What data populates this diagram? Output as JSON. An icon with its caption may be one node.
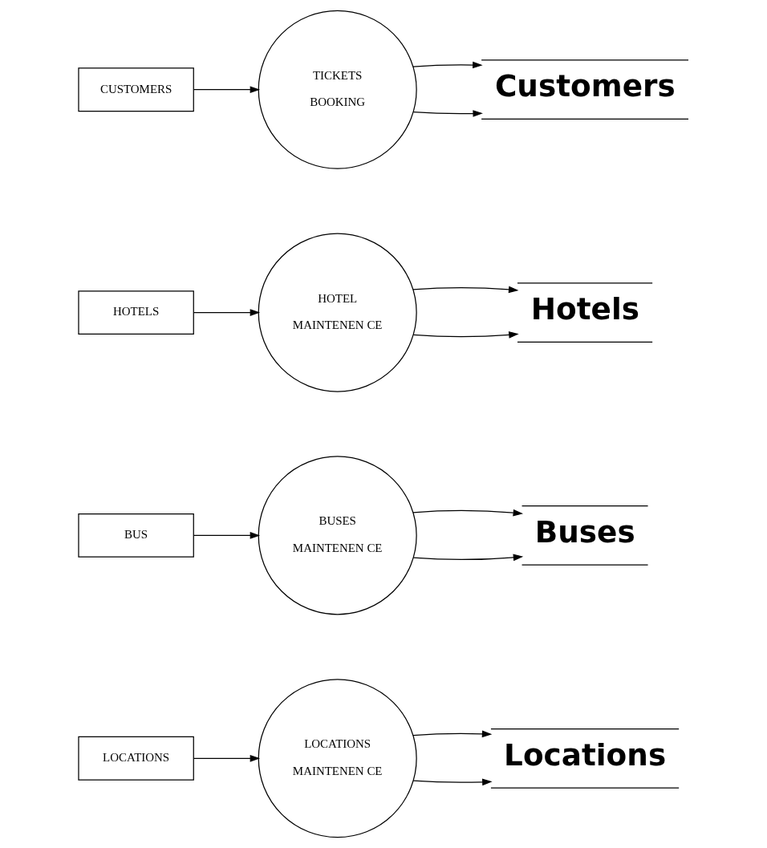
{
  "diagram": {
    "nodes": [
      {
        "text": [
          "LOCATIONS"
        ]
      },
      {
        "text": [
          "LOCATIONS",
          "MAINTENEN CE"
        ]
      },
      {
        "text": [
          "Locations"
        ]
      },
      {
        "text": [
          "BUS"
        ]
      },
      {
        "text": [
          "BUSES",
          "MAINTENEN CE"
        ]
      },
      {
        "text": [
          "Buses"
        ]
      },
      {
        "text": [
          "HOTELS"
        ]
      },
      {
        "text": [
          "HOTEL",
          "MAINTENEN CE"
        ]
      },
      {
        "text": [
          "Hotels"
        ]
      },
      {
        "text": [
          "CUSTOMERS"
        ]
      },
      {
        "text": [
          "TICKETS",
          "BOOKING"
        ]
      },
      {
        "text": [
          "Customers"
        ]
      }
    ],
    "edges": [
      {
        "from": 0,
        "to": 1,
        "arrow": "to"
      },
      {
        "from": 1,
        "to": 2,
        "arrow": "to"
      },
      {
        "from": 1,
        "to": 2,
        "arrow": "to"
      },
      {
        "from": 3,
        "to": 4,
        "arrow": "to"
      },
      {
        "from": 4,
        "to": 5,
        "arrow": "to"
      },
      {
        "from": 4,
        "to": 5,
        "arrow": "to"
      },
      {
        "from": 6,
        "to": 7,
        "arrow": "to"
      },
      {
        "from": 7,
        "to": 8,
        "arrow": "to"
      },
      {
        "from": 7,
        "to": 8,
        "arrow": "to"
      },
      {
        "from": 9,
        "to": 10,
        "arrow": "to"
      },
      {
        "from": 10,
        "to": 11,
        "arrow": "to"
      },
      {
        "from": 10,
        "to": 11,
        "arrow": "to"
      }
    ]
  }
}
